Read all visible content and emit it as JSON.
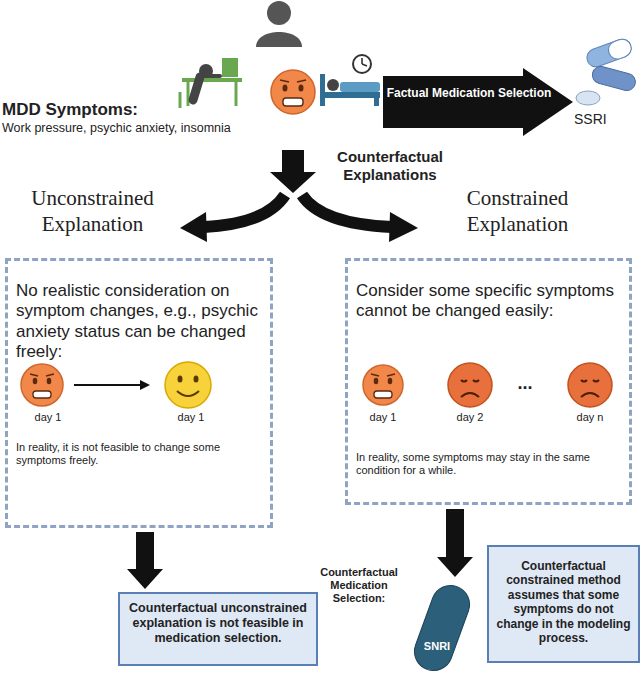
{
  "diagram": {
    "nodes": [
      {
        "text": [
          "Factual Medication Selection"
        ]
      },
      {
        "text": [
          "No realistic consideration on symptom changes, e.g., psychic anxiety status can be changed freely:",
          "day 1",
          "day 1",
          "In reality, it is not feasible to change some symptoms freely."
        ]
      },
      {
        "text": [
          "Consider some specific symptoms cannot be changed easily:",
          "day 1",
          "day 2",
          "...",
          "day n",
          "In reality, some symptoms may stay in the same condition for a while."
        ]
      },
      {
        "text": [
          "Counterfactual unconstrained explanation is not feasible in medication selection."
        ]
      },
      {
        "text": [
          "SNRI"
        ]
      },
      {
        "text": [
          "Counterfactual constrained method assumes that some symptoms do not change in the modeling process."
        ]
      }
    ],
    "edges": [
      {
        "from": 1,
        "to": 3,
        "arrow": "to"
      },
      {
        "from": 2,
        "to": 4,
        "arrow": "to"
      }
    ],
    "labels": [
      "MDD Symptoms:",
      "Work pressure, psychic anxiety, insomnia",
      "SSRI",
      "Counterfactual Explanations",
      "Unconstrained Explanation",
      "Constrained Explanation",
      "Counterfactual Medication Selection:"
    ]
  }
}
